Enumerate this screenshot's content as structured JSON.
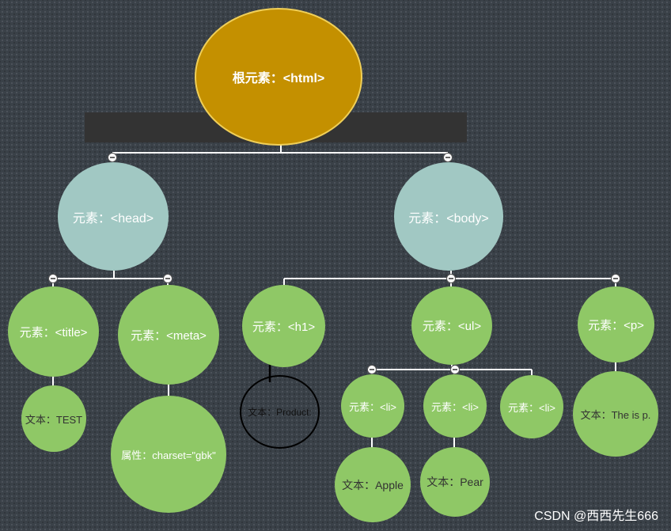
{
  "diagram": {
    "root": "根元素：<html>",
    "head": "元素：<head>",
    "body": "元素：<body>",
    "title": "元素：<title>",
    "meta": "元素：<meta>",
    "h1": "元素：<h1>",
    "ul": "元素：<ul>",
    "p": "元素：<p>",
    "text_test": "文本：TEST",
    "attr_charset": "属性：charset=\"gbk\"",
    "text_product": "文本：Product:",
    "li_1": "元素：<li>",
    "li_2": "元素：<li>",
    "li_3": "元素：<li>",
    "text_apple": "文本：Apple",
    "text_pear": "文本：Pear",
    "text_p": "文本：The is p."
  },
  "watermark": "CSDN @西西先生666",
  "colors": {
    "background": "#3a4148",
    "root_fill": "#c49000",
    "element_fill": "#a1c8c3",
    "leaf_fill": "#8fc866",
    "connector": "#ffffff",
    "banner": "#333333"
  }
}
